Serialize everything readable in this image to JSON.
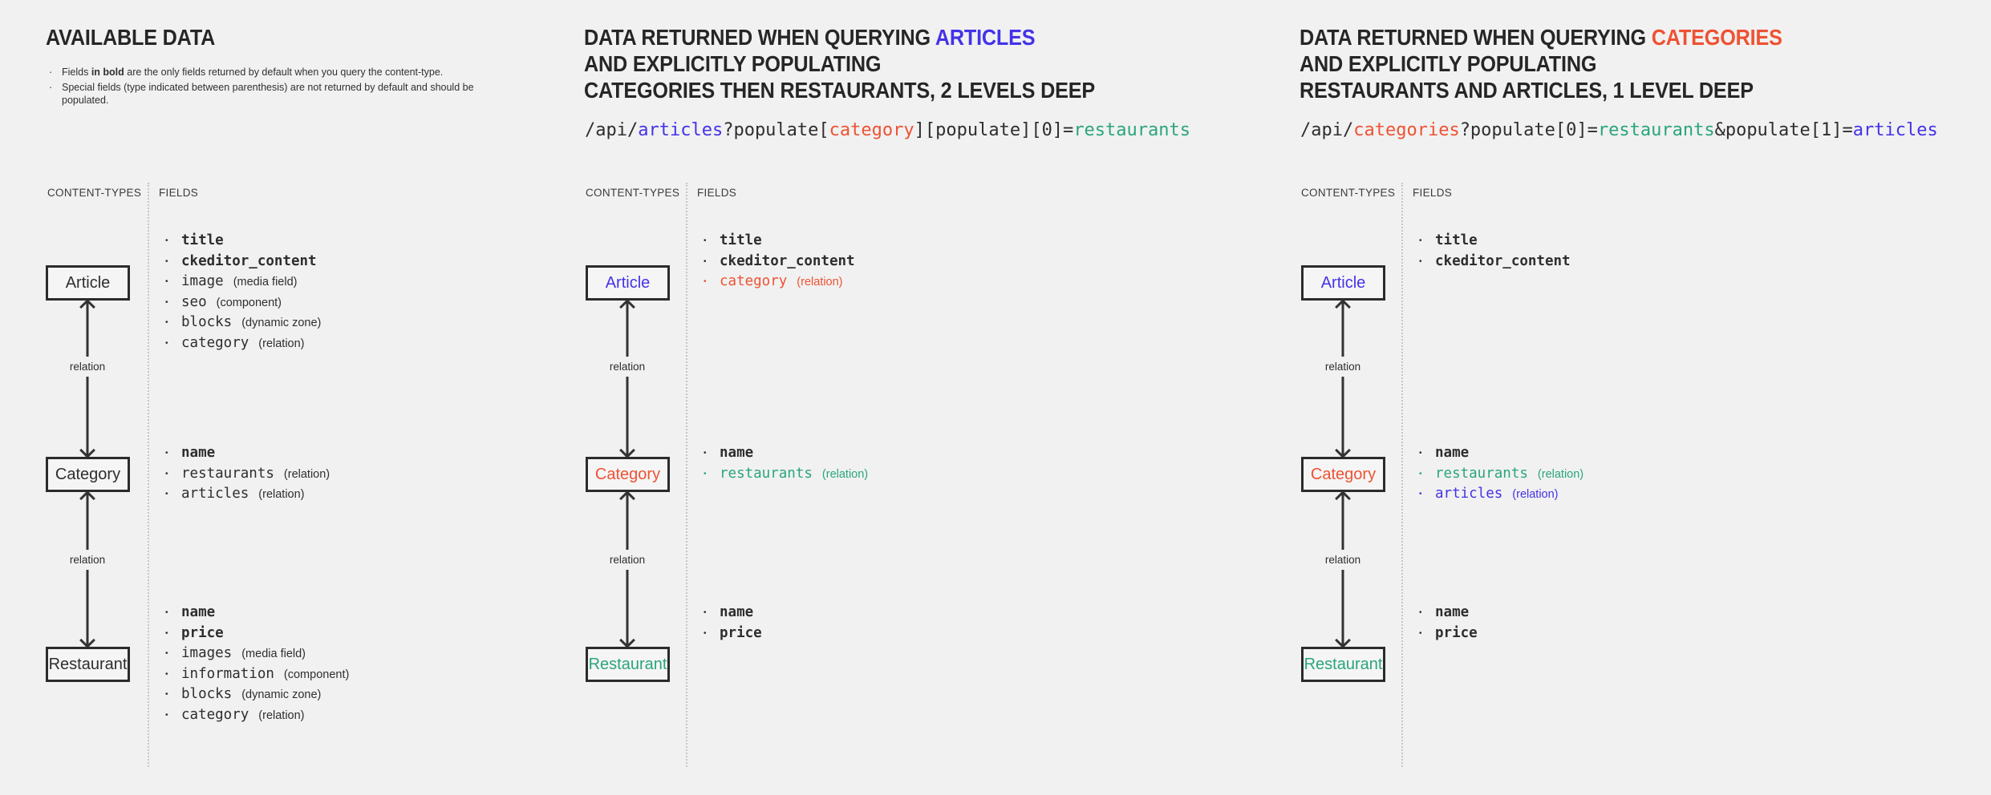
{
  "palette": {
    "background": "#f1f1f1",
    "text_dark": "#2e2e2e",
    "blue": "#4432e8",
    "red": "#ee5233",
    "green": "#2aa57c"
  },
  "col1": {
    "title": "AVAILABLE DATA",
    "note1_prefix": "Fields ",
    "note1_bold": "in bold",
    "note1_suffix": " are the only fields returned by default when you query the content-type.",
    "note2": "Special fields (type indicated between parenthesis) are not returned by default and should be populated.",
    "content_types_label": "CONTENT-TYPES",
    "fields_label": "FIELDS",
    "relation_label": "relation",
    "boxes": {
      "article": "Article",
      "category": "Category",
      "restaurant": "Restaurant"
    },
    "article_fields": [
      {
        "name": "title"
      },
      {
        "name": "ckeditor_content"
      },
      {
        "name": "image",
        "type": "(media field)"
      },
      {
        "name": "seo",
        "type": "(component)"
      },
      {
        "name": "blocks",
        "type": "(dynamic zone)"
      },
      {
        "name": "category",
        "type": "(relation)"
      }
    ],
    "category_fields": [
      {
        "name": "name"
      },
      {
        "name": "restaurants",
        "type": "(relation)"
      },
      {
        "name": "articles",
        "type": "(relation)"
      }
    ],
    "restaurant_fields": [
      {
        "name": "name"
      },
      {
        "name": "price"
      },
      {
        "name": "images",
        "type": "(media field)"
      },
      {
        "name": "information",
        "type": "(component)"
      },
      {
        "name": "blocks",
        "type": "(dynamic zone)"
      },
      {
        "name": "category",
        "type": "(relation)"
      }
    ]
  },
  "col2": {
    "title_prefix": "DATA RETURNED WHEN QUERYING ",
    "title_highlight": "ARTICLES",
    "title_line2": "AND EXPLICITLY POPULATING",
    "title_line3": "CATEGORIES THEN RESTAURANTS, 2 LEVELS DEEP",
    "api_parts": [
      "/api/",
      "articles",
      "?populate[",
      "category",
      "][populate][0]=",
      "restaurants"
    ],
    "content_types_label": "CONTENT-TYPES",
    "fields_label": "FIELDS",
    "relation_label": "relation",
    "boxes": {
      "article": "Article",
      "category": "Category",
      "restaurant": "Restaurant"
    },
    "article_fields": [
      {
        "name": "title"
      },
      {
        "name": "ckeditor_content"
      },
      {
        "name": "category",
        "type": "(relation)"
      }
    ],
    "category_fields": [
      {
        "name": "name"
      },
      {
        "name": "restaurants",
        "type": "(relation)"
      }
    ],
    "restaurant_fields": [
      {
        "name": "name"
      },
      {
        "name": "price"
      }
    ]
  },
  "col3": {
    "title_prefix": "DATA RETURNED WHEN QUERYING ",
    "title_highlight": "CATEGORIES",
    "title_line2": "AND EXPLICITLY POPULATING",
    "title_line3": "RESTAURANTS AND ARTICLES, 1 LEVEL DEEP",
    "api_parts": [
      "/api/",
      "categories",
      "?populate[0]=",
      "restaurants",
      "&populate[1]=",
      "articles"
    ],
    "content_types_label": "CONTENT-TYPES",
    "fields_label": "FIELDS",
    "relation_label": "relation",
    "boxes": {
      "article": "Article",
      "category": "Category",
      "restaurant": "Restaurant"
    },
    "article_fields": [
      {
        "name": "title"
      },
      {
        "name": "ckeditor_content"
      }
    ],
    "category_fields": [
      {
        "name": "name"
      },
      {
        "name": "restaurants",
        "type": "(relation)"
      },
      {
        "name": "articles",
        "type": "(relation)"
      }
    ],
    "restaurant_fields": [
      {
        "name": "name"
      },
      {
        "name": "price"
      }
    ]
  }
}
